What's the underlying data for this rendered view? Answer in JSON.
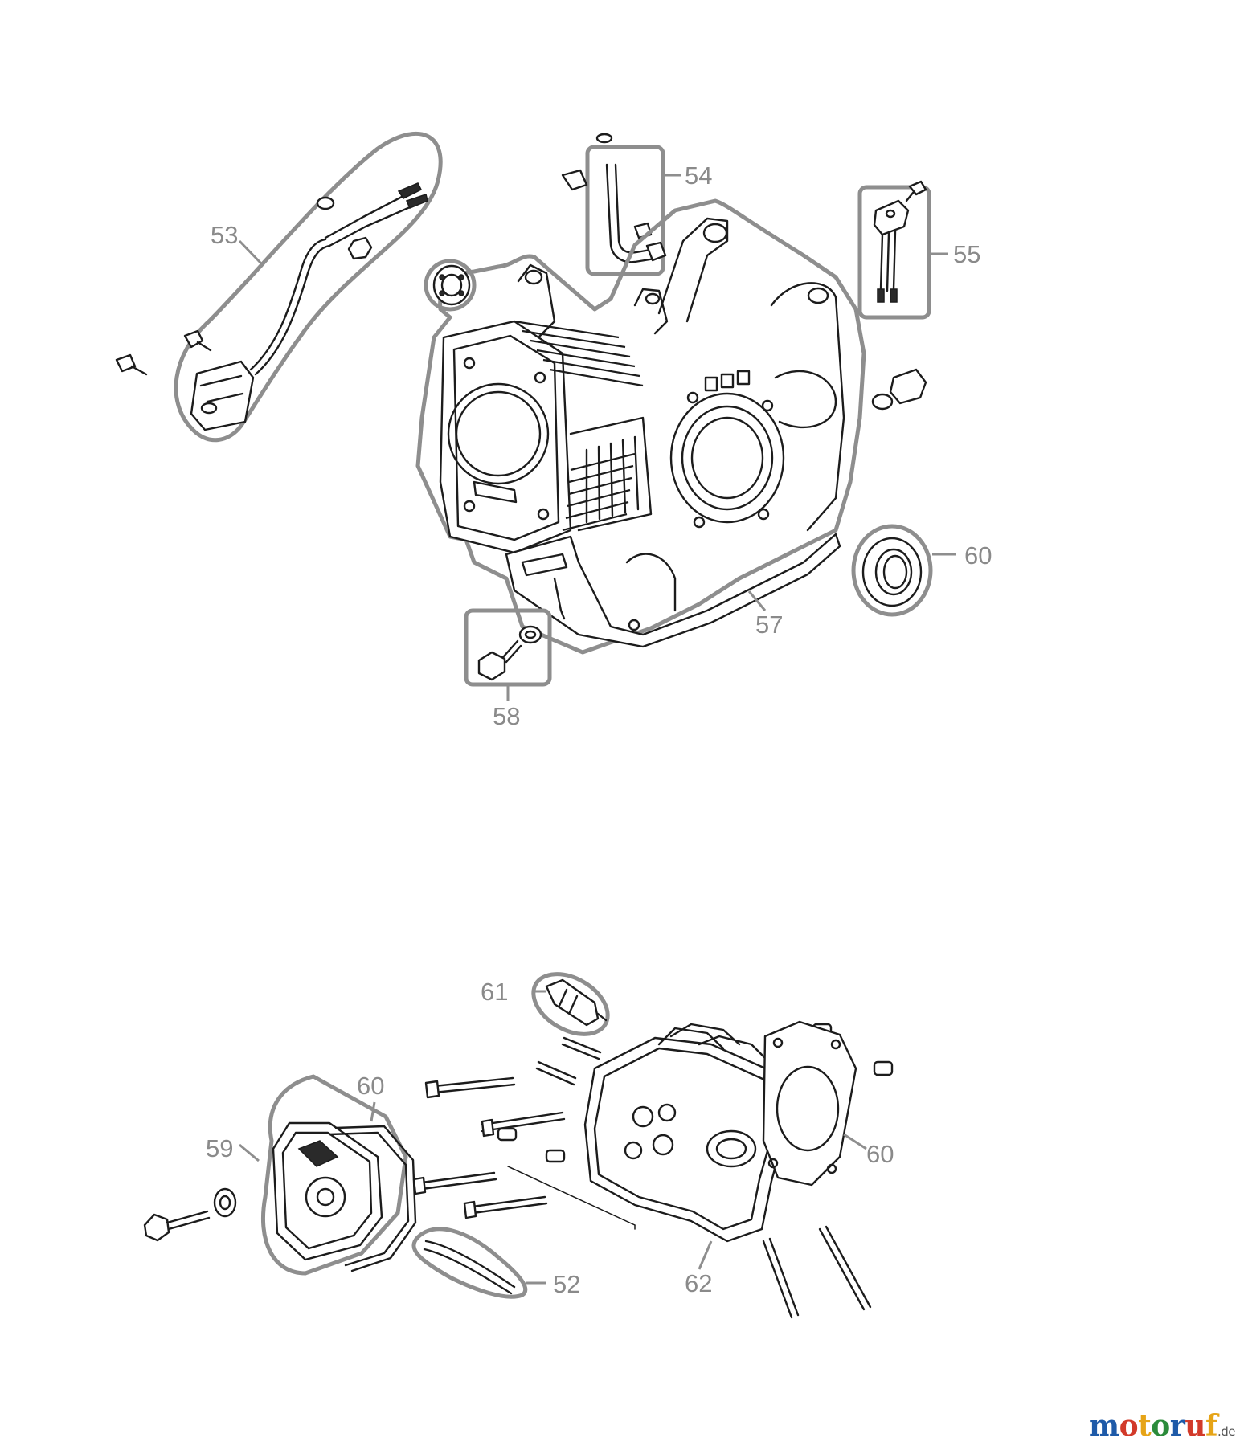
{
  "diagram": {
    "labels": [
      {
        "id": "53",
        "text": "53"
      },
      {
        "id": "54",
        "text": "54"
      },
      {
        "id": "55",
        "text": "55"
      },
      {
        "id": "57",
        "text": "57"
      },
      {
        "id": "58",
        "text": "58"
      },
      {
        "id": "60a",
        "text": "60"
      },
      {
        "id": "61",
        "text": "61"
      },
      {
        "id": "60b",
        "text": "60"
      },
      {
        "id": "59",
        "text": "59"
      },
      {
        "id": "60c",
        "text": "60"
      },
      {
        "id": "52",
        "text": "52"
      },
      {
        "id": "62",
        "text": "62"
      }
    ],
    "colors": {
      "label_gray": "#8a8a8a",
      "outline_gray": "#8e8e8e",
      "ink": "#1c1c1c"
    }
  },
  "watermark": {
    "parts": [
      "m",
      "o",
      "t",
      "o",
      "r",
      "u",
      "f"
    ],
    "tld": ".de",
    "colors": [
      "#1e5aa8",
      "#d23a2a",
      "#e6a417",
      "#2b8b3a"
    ]
  }
}
